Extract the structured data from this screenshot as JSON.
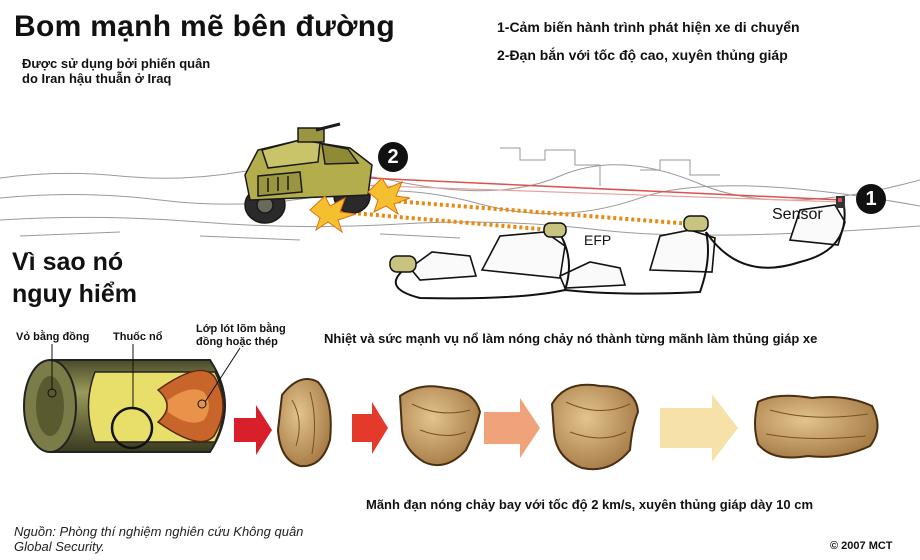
{
  "header": {
    "title": "Bom mạnh mẽ bên đường",
    "subtitle_line1": "Được sử dụng bởi phiến quân",
    "subtitle_line2": "do Iran hậu thuẫn ở Iraq"
  },
  "steps": {
    "step1": "1-Cảm biến hành trình phát hiện xe di chuyển",
    "step2": "2-Đạn bắn với tốc độ cao, xuyên thủng giáp"
  },
  "scene": {
    "sensor_label": "Sensor",
    "efp_label": "EFP",
    "badge1": "1",
    "badge2": "2"
  },
  "why": {
    "line1": "Vì sao nó",
    "line2": "nguy hiểm"
  },
  "projectile": {
    "label_casing": "Vỏ bằng đồng",
    "label_explosive": "Thuốc nổ",
    "label_liner_1": "Lớp lót lõm bằng",
    "label_liner_2": "đồng hoặc thép",
    "heat_text": "Nhiệt và sức mạnh vụ nổ làm nóng chảy nó thành từng mãnh làm thủng giáp xe",
    "fragment_text": "Mãnh đạn nóng chảy bay với tốc độ 2 km/s, xuyên thủng giáp dày 10 cm"
  },
  "footer": {
    "source_line1": "Nguồn: Phòng thí nghiệm nghiên cứu Không quân",
    "source_line2": "Global Security.",
    "copyright": "© 2007 MCT"
  },
  "colors": {
    "humvee": "#b3ad4c",
    "laser": "#e05050",
    "beam": "#e88a10",
    "arrow_dark": "#d8202a",
    "arrow_light": "#f6e2a8",
    "slug": "#c9a06a"
  }
}
